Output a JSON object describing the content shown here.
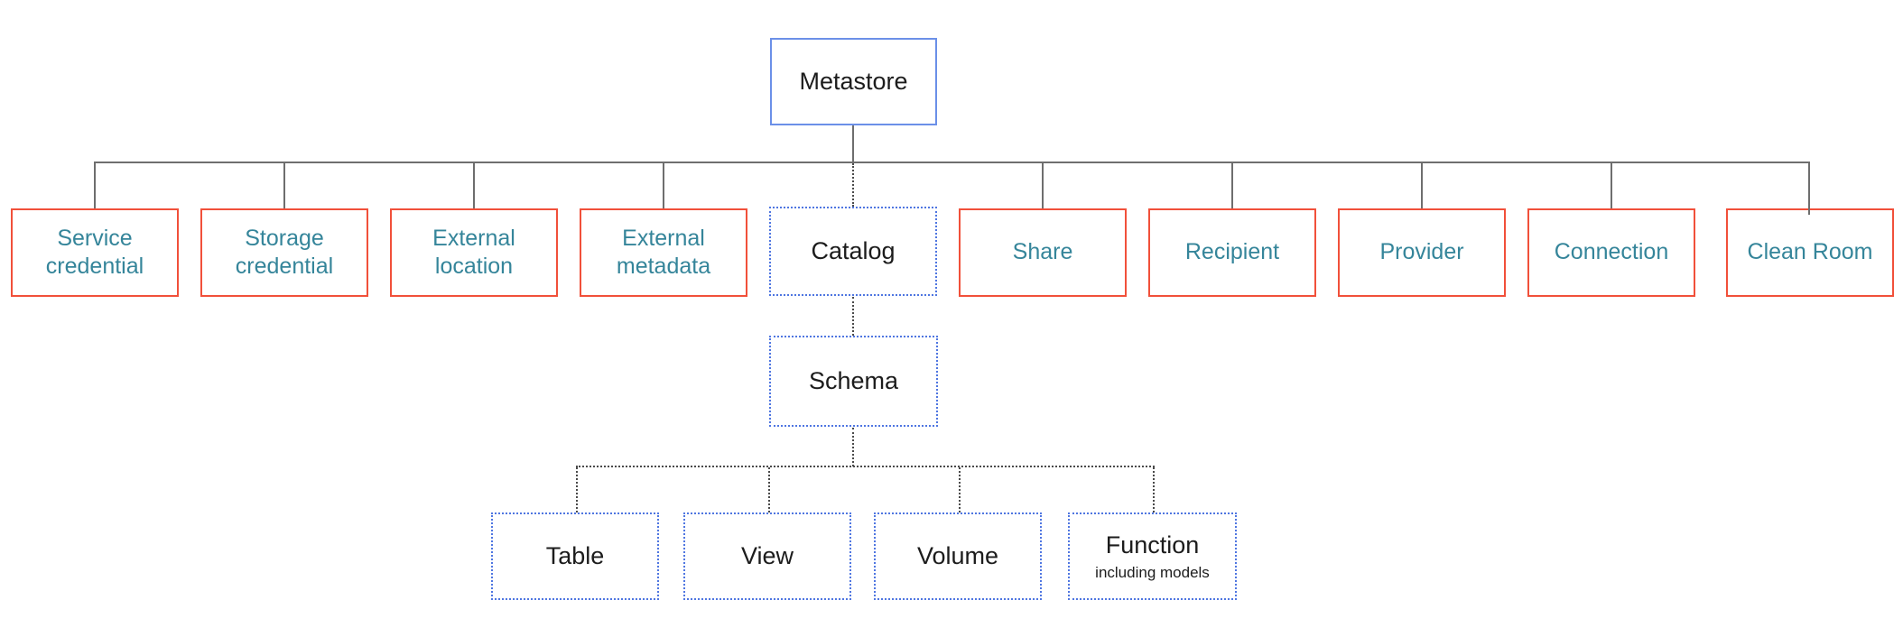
{
  "diagram": {
    "type": "hierarchy",
    "description": "Metastore object model tree: a metastore contains securable objects (credentials, external locations/metadata, shares, recipients, providers, connections, clean rooms) and catalogs; catalogs contain schemas; schemas contain tables, views, volumes and functions.",
    "nodes": {
      "metastore": "Metastore",
      "service_credential": "Service credential",
      "storage_credential": "Storage credential",
      "external_location": "External location",
      "external_metadata": "External metadata",
      "catalog": "Catalog",
      "share": "Share",
      "recipient": "Recipient",
      "provider": "Provider",
      "connection": "Connection",
      "clean_room": "Clean Room",
      "schema": "Schema",
      "table": "Table",
      "view": "View",
      "volume": "Volume",
      "function": "Function",
      "function_note": "including models"
    },
    "colors": {
      "root_border_blue": "#6b90e8",
      "securable_border_red": "#f1503a",
      "securable_text_teal": "#35859a",
      "dotted_node_border_blue": "#4f76e1",
      "node_text_black": "#1c1c1c",
      "connector_solid_gray": "#6e6e6e",
      "connector_dotted_gray": "#4a4a4a",
      "background": "#ffffff"
    },
    "edges": [
      [
        "Metastore",
        "Service credential"
      ],
      [
        "Metastore",
        "Storage credential"
      ],
      [
        "Metastore",
        "External location"
      ],
      [
        "Metastore",
        "External metadata"
      ],
      [
        "Metastore",
        "Catalog"
      ],
      [
        "Metastore",
        "Share"
      ],
      [
        "Metastore",
        "Recipient"
      ],
      [
        "Metastore",
        "Provider"
      ],
      [
        "Metastore",
        "Connection"
      ],
      [
        "Metastore",
        "Clean Room"
      ],
      [
        "Catalog",
        "Schema"
      ],
      [
        "Schema",
        "Table"
      ],
      [
        "Schema",
        "View"
      ],
      [
        "Schema",
        "Volume"
      ],
      [
        "Schema",
        "Function"
      ]
    ]
  }
}
